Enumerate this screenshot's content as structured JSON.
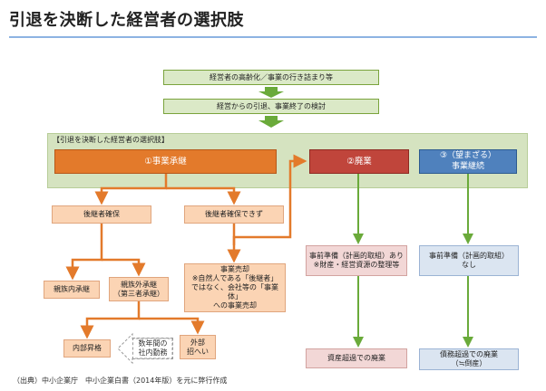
{
  "title": "引退を決断した経営者の選択肢",
  "top_steps": [
    "経営者の高齢化／事業の行き詰まり等",
    "経営からの引退、事業終了の検討"
  ],
  "panel_label": "【引退を決断した経営者の選択肢】",
  "options": {
    "succession": "①事業承継",
    "closure": "②廃業",
    "unwanted": "③（望まざる）\n事業継続"
  },
  "successor": {
    "secured": "後継者確保",
    "not_secured": "後継者確保できず"
  },
  "succession_types": {
    "family": "親族内承継",
    "external": "親族外承継\n（第三者承継）"
  },
  "business_sale": "事業売却\n※自然人である「後継者」\nではなく、会社等の「事業体」\nへの事業売却",
  "external_paths": {
    "internal": "内部昇格",
    "internal_note": "数年間の\n社内勤務",
    "outside": "外部\n招へい"
  },
  "closure_prep": "事前準備（計画的取組）あり\n※財産・経営資源の整理等",
  "closure_result": "資産超過での廃業",
  "continue_prep": "事前準備（計画的取組）\nなし",
  "continue_result": "債務超過での廃業\n（≒倒産）",
  "source": "（出典）中小企業庁　中小企業白書（2014年版）を元に弊行作成",
  "colors": {
    "orange": "#e37a2b",
    "red": "#c0453b",
    "blue": "#4f81bd",
    "green": "#6aaa3a"
  }
}
